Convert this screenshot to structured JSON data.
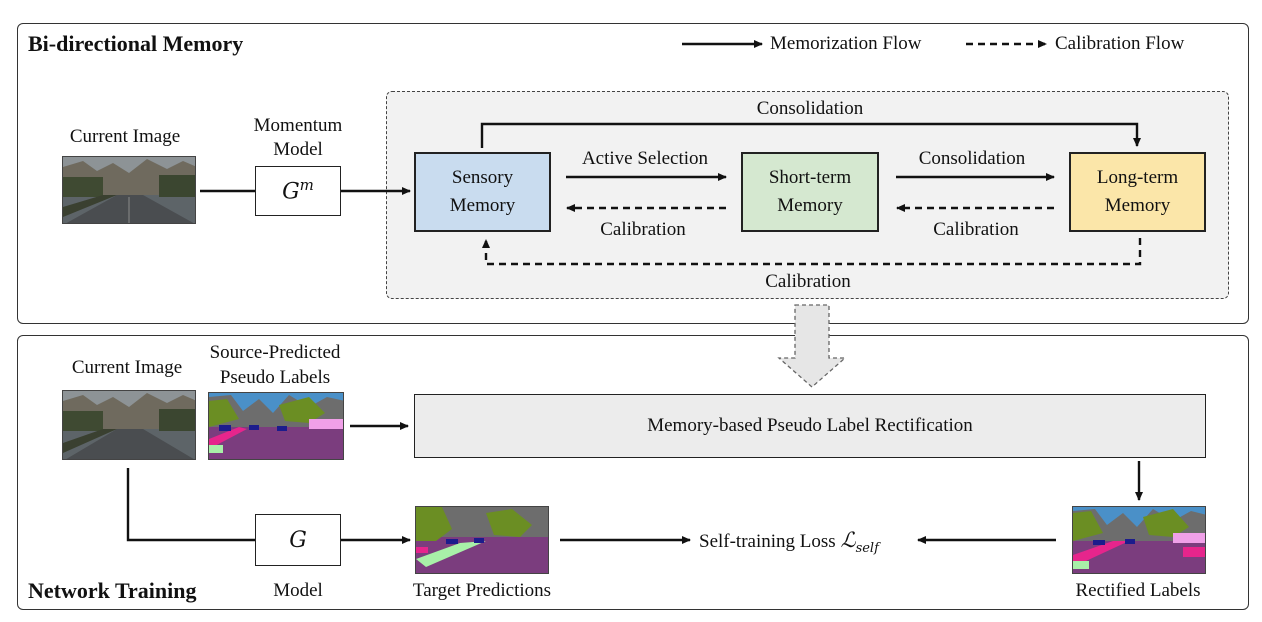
{
  "top_panel": {
    "title": "Bi-directional Memory",
    "legend": {
      "memorization": "Memorization Flow",
      "calibration": "Calibration Flow"
    },
    "current_image_label": "Current Image",
    "momentum_label_line1": "Momentum",
    "momentum_label_line2": "Model",
    "momentum_symbol_base": "G",
    "momentum_symbol_sup": "m",
    "sensory_line1": "Sensory",
    "sensory_line2": "Memory",
    "short_line1": "Short-term",
    "short_line2": "Memory",
    "long_line1": "Long-term",
    "long_line2": "Memory",
    "top_consolidation": "Consolidation",
    "active_selection": "Active Selection",
    "mid_consolidation": "Consolidation",
    "calibration_left": "Calibration",
    "calibration_right": "Calibration",
    "calibration_bottom": "Calibration"
  },
  "bottom_panel": {
    "title": "Network Training",
    "current_image_label": "Current Image",
    "source_pred_line1": "Source-Predicted",
    "source_pred_line2": "Pseudo Labels",
    "rectification": "Memory-based Pseudo Label Rectification",
    "model_symbol": "G",
    "model_label": "Model",
    "target_predictions": "Target Predictions",
    "loss_text": "Self-training Loss",
    "loss_symbol": "ℒ",
    "loss_sub": "self",
    "rectified_labels": "Rectified Labels"
  },
  "colors": {
    "sensory": "#c9dcef",
    "short_term": "#d5e8d0",
    "long_term": "#fbe6a9",
    "memory_region": "#f2f2f2",
    "rectification_box": "#ececec"
  }
}
